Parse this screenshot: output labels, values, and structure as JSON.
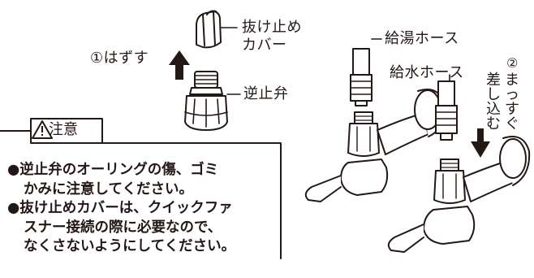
{
  "labels": {
    "stopper_cover": [
      "抜け止め",
      "カバー"
    ],
    "remove": "①はずす",
    "check_valve": "逆止弁",
    "hot_hose": "給湯ホース",
    "cold_hose": "給水ホース",
    "step2_num": "②",
    "step2_col1": "まっすぐ",
    "step2_col2": "差し込む"
  },
  "caution": {
    "title": "注意",
    "lines": [
      "●逆止弁のオーリングの傷、ゴミ",
      "かみに注意してください。",
      "●抜け止めカバーは、クイックファ",
      "スナー接続の際に必要なので、",
      "なくさないようにしてください。"
    ]
  },
  "colors": {
    "line": "#231815",
    "bg": "#ffffff"
  },
  "icons": [
    "warning-triangle-icon",
    "up-arrow-icon",
    "down-arrow-icon"
  ]
}
